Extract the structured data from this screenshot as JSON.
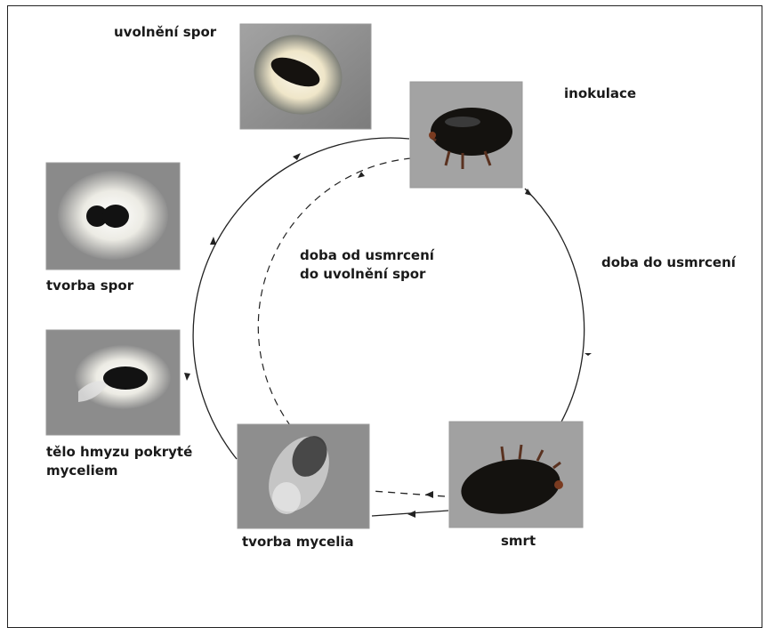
{
  "stages": {
    "spore_release": "uvolnění spor",
    "inoculation": "inokulace",
    "spore_formation": "tvorba spor",
    "mycelium_covered_line1": "tělo hmyzu pokryté",
    "mycelium_covered_line2": "myceliem",
    "mycelium_formation": "tvorba mycelia",
    "death": "smrt"
  },
  "intervals": {
    "time_to_kill": "doba do usmrcení",
    "kill_to_release_line1": "doba od usmrcení",
    "kill_to_release_line2": "do uvolnění spor"
  },
  "colors": {
    "photo_bg": "#8e8e8e",
    "beetle": "#15120f",
    "spore": "#e9e4d4",
    "mycelium": "#dcdcdc",
    "line": "#222222"
  }
}
